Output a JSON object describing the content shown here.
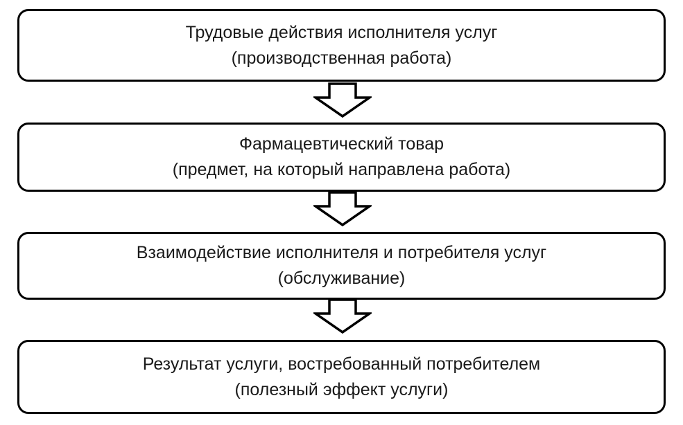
{
  "diagram": {
    "title_hint": "Stages of pharmaceutical service flow",
    "boxes": [
      {
        "line1": "Трудовые действия исполнителя услуг",
        "line2": "(производственная работа)"
      },
      {
        "line1": "Фармацевтический товар",
        "line2": "(предмет, на который направлена работа)"
      },
      {
        "line1": "Взаимодействие исполнителя и потребителя услуг",
        "line2": "(обслуживание)"
      },
      {
        "line1": "Результат услуги, востребованный потребителем",
        "line2": "(полезный эффект услуги)"
      }
    ],
    "connectors": [
      {
        "icon": "down-arrow-icon",
        "from": 0,
        "to": 1
      },
      {
        "icon": "down-arrow-icon",
        "from": 1,
        "to": 2
      },
      {
        "icon": "down-arrow-icon",
        "from": 2,
        "to": 3
      }
    ],
    "colors": {
      "background": "#ffffff",
      "box_fill": "#ffffff",
      "box_border": "#000000",
      "text": "#1a1a1a",
      "arrow_fill": "#ffffff",
      "arrow_stroke": "#000000"
    }
  }
}
